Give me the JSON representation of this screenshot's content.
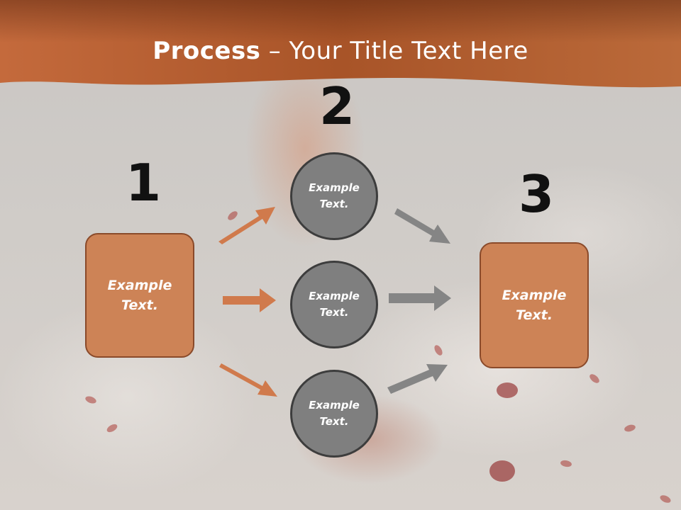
{
  "title": {
    "bold": "Process",
    "rest": " – Your Title Text Here"
  },
  "steps": {
    "one": "1",
    "two": "2",
    "three": "3"
  },
  "left_box": {
    "text": "Example\nText."
  },
  "right_box": {
    "text": "Example\nText."
  },
  "circles": [
    {
      "text": "Example\nText."
    },
    {
      "text": "Example\nText."
    },
    {
      "text": "Example\nText."
    }
  ],
  "colors": {
    "header": "#b9643a",
    "box_fill": "#cd8356",
    "circle_fill": "#7f7f7f",
    "orange_arrow": "#d07a4c",
    "gray_arrow": "#858585"
  }
}
